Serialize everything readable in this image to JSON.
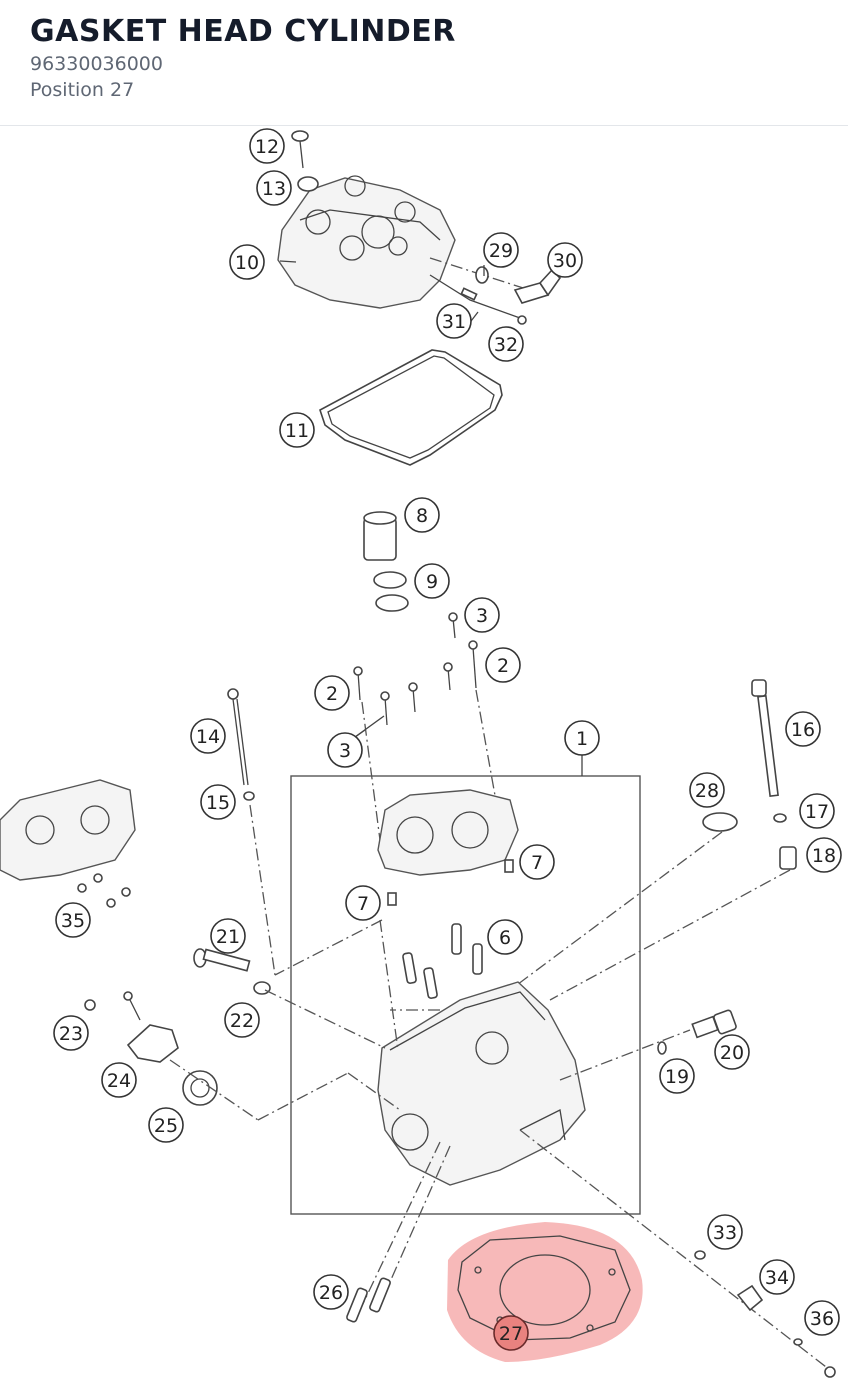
{
  "header": {
    "title": "GASKET HEAD CYLINDER",
    "part_number": "96330036000",
    "position": "Position 27"
  },
  "diagram": {
    "highlight_color": "#f28b8b",
    "highlighted_callout": "27",
    "callouts": [
      "1",
      "2",
      "2",
      "3",
      "3",
      "6",
      "7",
      "7",
      "8",
      "9",
      "10",
      "11",
      "12",
      "13",
      "14",
      "15",
      "16",
      "17",
      "18",
      "19",
      "20",
      "21",
      "22",
      "23",
      "24",
      "25",
      "26",
      "27",
      "28",
      "29",
      "30",
      "31",
      "32",
      "33",
      "34",
      "35",
      "36"
    ]
  }
}
